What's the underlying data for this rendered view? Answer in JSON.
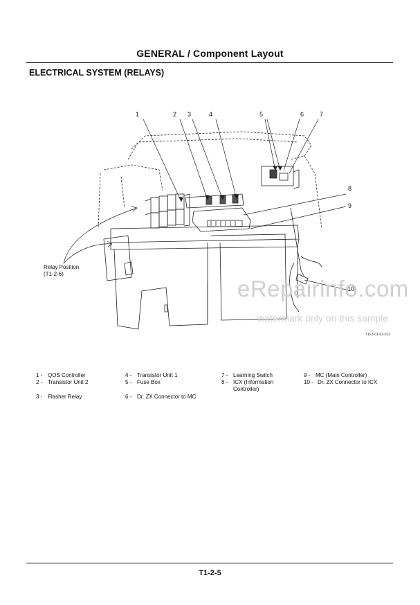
{
  "header": {
    "title": "GENERAL / Component Layout"
  },
  "section": {
    "title": "ELECTRICAL SYSTEM (RELAYS)"
  },
  "diagram": {
    "callouts": [
      "1",
      "2",
      "3",
      "4",
      "5",
      "6",
      "7",
      "8",
      "9",
      "10"
    ],
    "relay_position": {
      "line1": "Relay Position",
      "line2": "(T1-2-6)"
    },
    "figure_code": "T1F3-01-02-012"
  },
  "watermark": {
    "main": "eRepairinfo.com",
    "sub": "watermark only on this sample"
  },
  "legend": [
    {
      "num": "1 -",
      "label": "QOS Controller"
    },
    {
      "num": "2 -",
      "label": "Transistor Unit 2"
    },
    {
      "num": "3 -",
      "label": "Flasher Relay"
    },
    {
      "num": "4 -",
      "label": "Transistor Unit 1"
    },
    {
      "num": "5 -",
      "label": "Fuse Box"
    },
    {
      "num": "6 -",
      "label": "Dr. ZX Connector to MC"
    },
    {
      "num": "7 -",
      "label": "Learning Switch"
    },
    {
      "num": "8 -",
      "label": "ICX (Information",
      "label2": "Controller)"
    },
    {
      "num": "9 -",
      "label": "MC (Main Controller)"
    },
    {
      "num": "10 -",
      "label": "Dr. ZX Connector to ICX"
    }
  ],
  "footer": {
    "page": "T1-2-5"
  }
}
